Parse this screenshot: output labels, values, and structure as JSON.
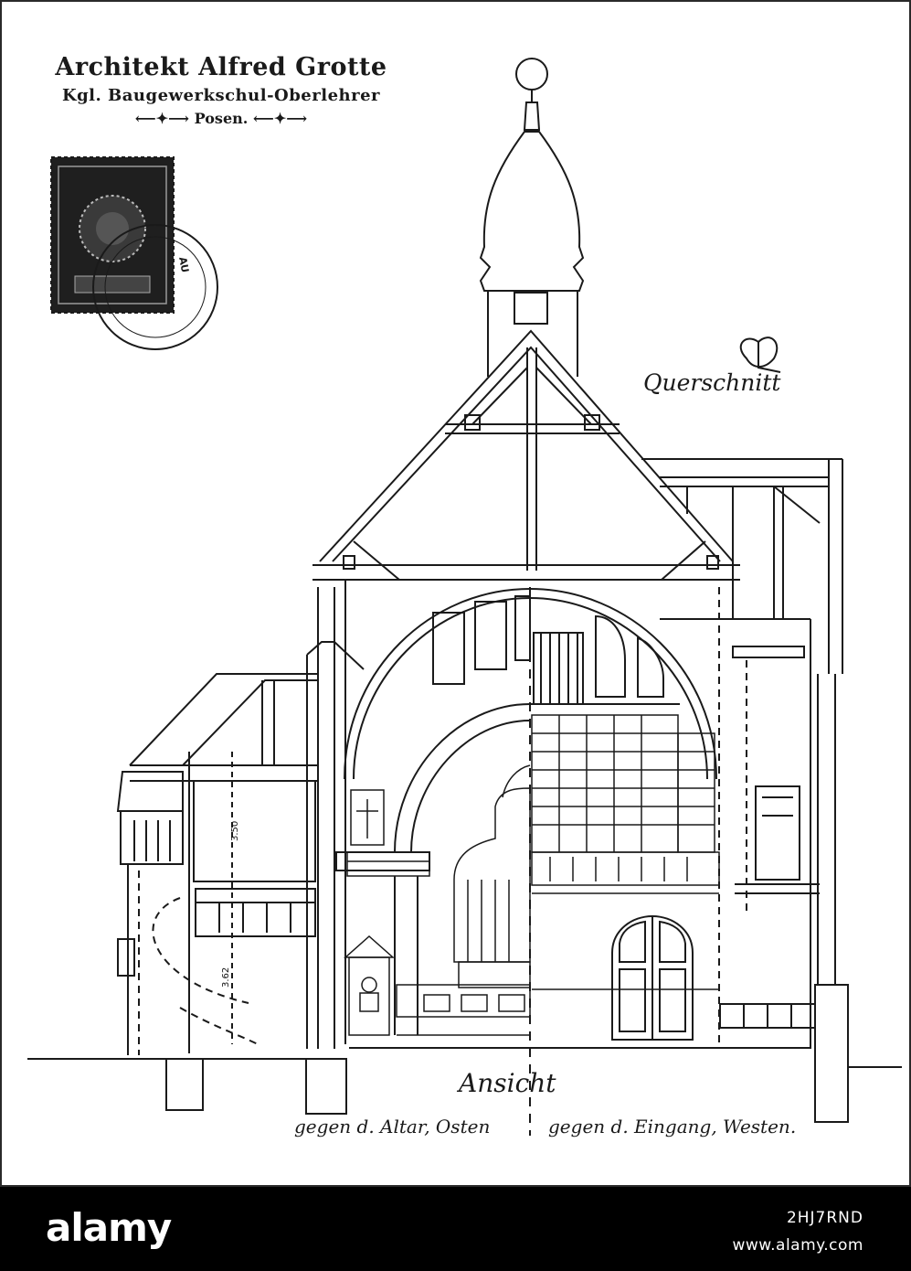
{
  "header": {
    "name": "Architekt Alfred Grotte",
    "title": "Kgl. Baugewerkschul-Oberlehrer",
    "city": "Posen."
  },
  "labels": {
    "section": "Querschnitt",
    "view": "Ansicht",
    "view_east": "gegen d. Altar, Osten",
    "view_west": "gegen d. Eingang, Westen."
  },
  "dimensions": [
    "3.50",
    "3.62"
  ],
  "stamp": {
    "postmark_text": "AU"
  },
  "watermark": {
    "brand": "alamy",
    "image_id": "2HJ7RND",
    "url": "www.alamy.com"
  },
  "colors": {
    "ink": "#1a1a1a",
    "paper": "#ffffff",
    "footer": "#000000"
  }
}
